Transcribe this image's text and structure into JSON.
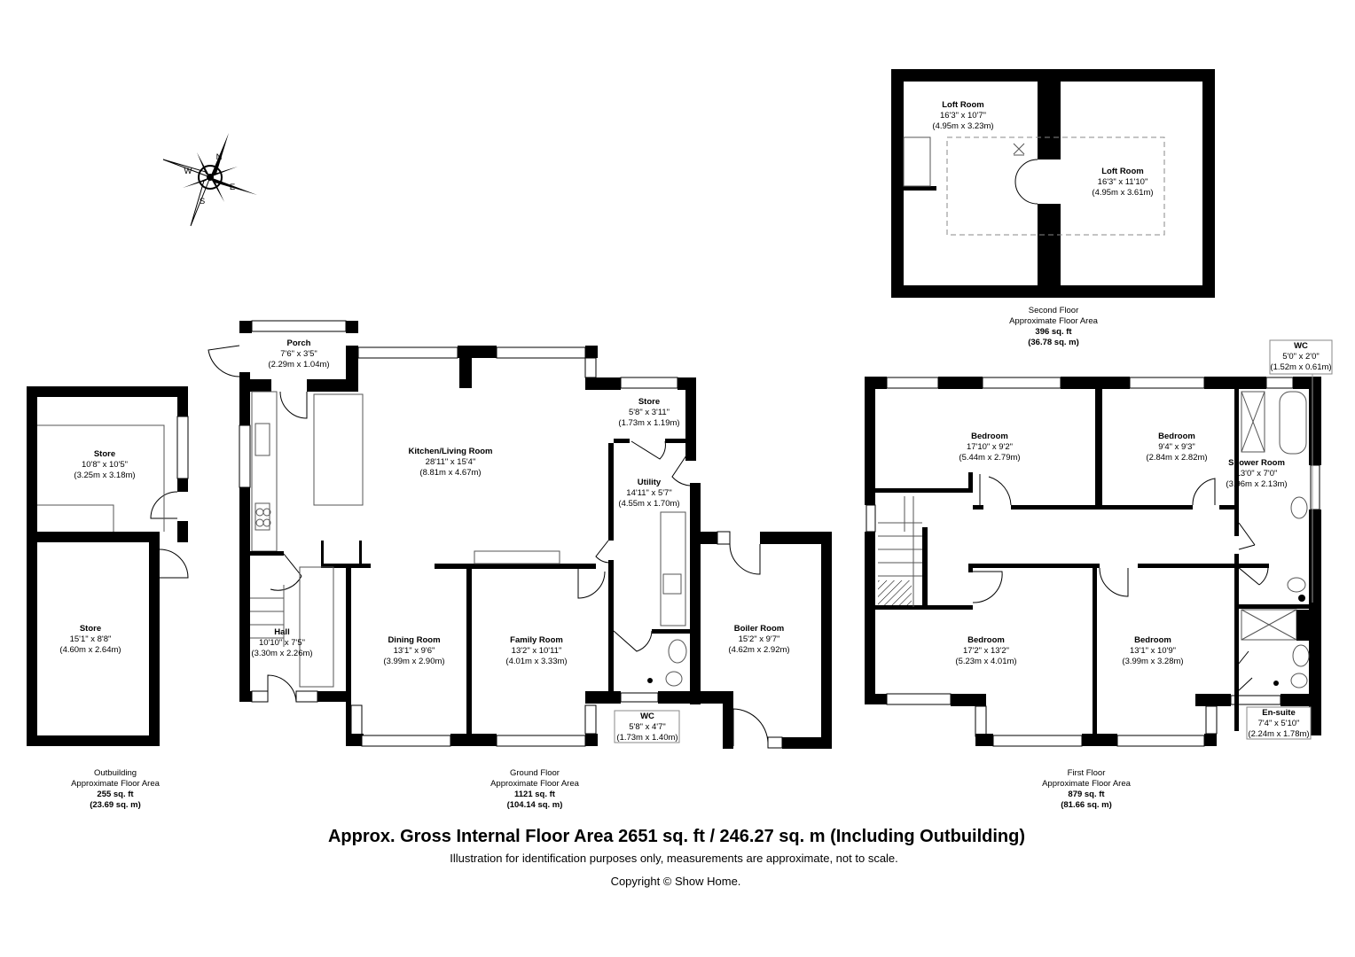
{
  "compass": {
    "n": "N",
    "e": "E",
    "s": "S",
    "w": "W"
  },
  "outbuilding": {
    "rooms": [
      {
        "name": "Store",
        "imperial": "10'8\" x 10'5\"",
        "metric": "(3.25m x 3.18m)"
      },
      {
        "name": "Store",
        "imperial": "15'1\" x 8'8\"",
        "metric": "(4.60m x 2.64m)"
      }
    ],
    "caption": {
      "floor": "Outbuilding",
      "label": "Approximate Floor Area",
      "sqft": "255 sq. ft",
      "sqm": "(23.69 sq. m)"
    }
  },
  "ground_floor": {
    "rooms": [
      {
        "name": "Porch",
        "imperial": "7'6\" x 3'5\"",
        "metric": "(2.29m x 1.04m)"
      },
      {
        "name": "Kitchen/Living Room",
        "imperial": "28'11\" x 15'4\"",
        "metric": "(8.81m x 4.67m)"
      },
      {
        "name": "Store",
        "imperial": "5'8\" x 3'11\"",
        "metric": "(1.73m x 1.19m)"
      },
      {
        "name": "Utility",
        "imperial": "14'11\" x 5'7\"",
        "metric": "(4.55m x 1.70m)"
      },
      {
        "name": "Hall",
        "imperial": "10'10\" x 7'5\"",
        "metric": "(3.30m x 2.26m)"
      },
      {
        "name": "Dining Room",
        "imperial": "13'1\" x 9'6\"",
        "metric": "(3.99m x 2.90m)"
      },
      {
        "name": "Family Room",
        "imperial": "13'2\" x 10'11\"",
        "metric": "(4.01m x 3.33m)"
      },
      {
        "name": "Boiler Room",
        "imperial": "15'2\" x 9'7\"",
        "metric": "(4.62m x 2.92m)"
      },
      {
        "name": "WC",
        "imperial": "5'8\" x 4'7\"",
        "metric": "(1.73m x 1.40m)"
      }
    ],
    "caption": {
      "floor": "Ground Floor",
      "label": "Approximate Floor Area",
      "sqft": "1121 sq. ft",
      "sqm": "(104.14 sq. m)"
    }
  },
  "second_floor": {
    "rooms": [
      {
        "name": "Loft Room",
        "imperial": "16'3\" x 10'7\"",
        "metric": "(4.95m x 3.23m)"
      },
      {
        "name": "Loft Room",
        "imperial": "16'3\" x 11'10\"",
        "metric": "(4.95m x 3.61m)"
      }
    ],
    "caption": {
      "floor": "Second Floor",
      "label": "Approximate Floor Area",
      "sqft": "396 sq. ft",
      "sqm": "(36.78 sq. m)"
    }
  },
  "first_floor": {
    "rooms": [
      {
        "name": "Bedroom",
        "imperial": "17'10\" x 9'2\"",
        "metric": "(5.44m x 2.79m)"
      },
      {
        "name": "Bedroom",
        "imperial": "9'4\" x 9'3\"",
        "metric": "(2.84m x 2.82m)"
      },
      {
        "name": "Shower Room",
        "imperial": "13'0\" x 7'0\"",
        "metric": "(3.96m x 2.13m)"
      },
      {
        "name": "WC",
        "imperial": "5'0\" x 2'0\"",
        "metric": "(1.52m x 0.61m)"
      },
      {
        "name": "Bedroom",
        "imperial": "17'2\" x 13'2\"",
        "metric": "(5.23m x 4.01m)"
      },
      {
        "name": "Bedroom",
        "imperial": "13'1\" x 10'9\"",
        "metric": "(3.99m x 3.28m)"
      },
      {
        "name": "En-suite",
        "imperial": "7'4\" x 5'10\"",
        "metric": "(2.24m x 1.78m)"
      }
    ],
    "caption": {
      "floor": "First Floor",
      "label": "Approximate Floor Area",
      "sqft": "879 sq. ft",
      "sqm": "(81.66 sq. m)"
    }
  },
  "footer": {
    "total": "Approx. Gross Internal Floor Area 2651 sq. ft / 246.27 sq. m (Including Outbuilding)",
    "disclaimer": "Illustration for identification purposes only, measurements are approximate, not to scale.",
    "copyright": "Copyright © Show Home."
  }
}
